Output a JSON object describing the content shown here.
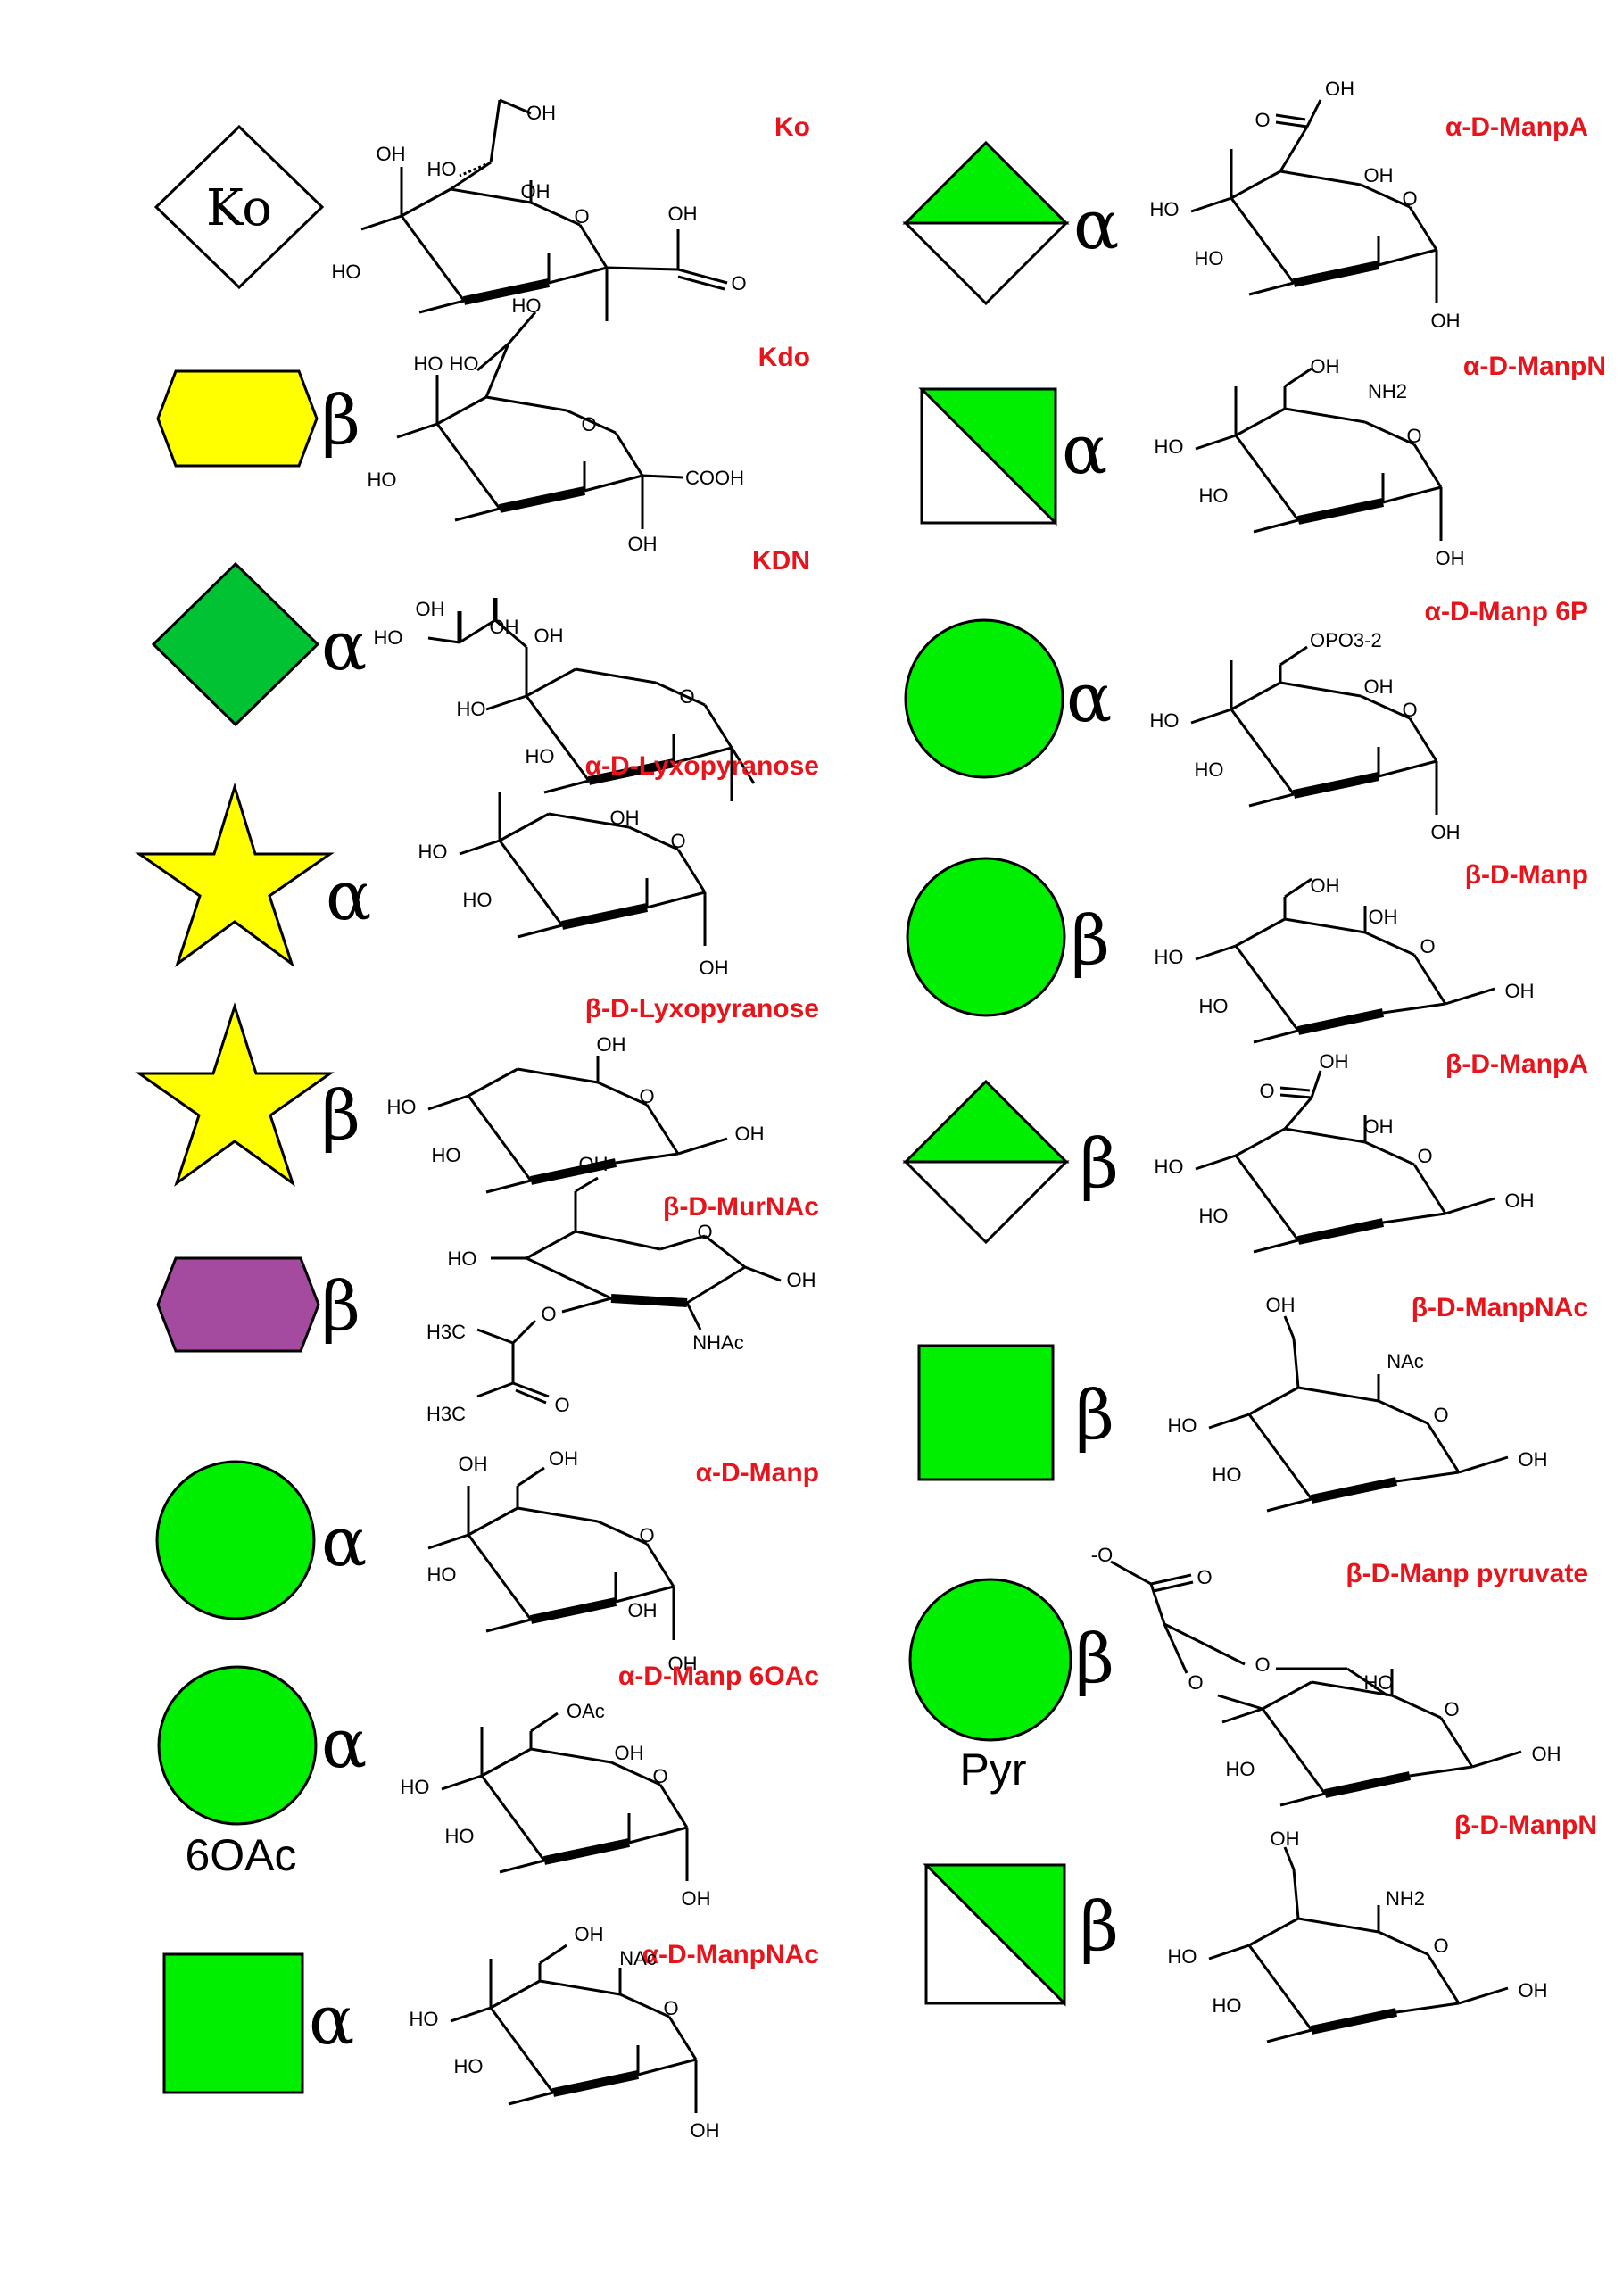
{
  "labels": {
    "oh": "OH",
    "ho": "HO",
    "o": "O",
    "o_minus": "-O",
    "cooh": "COOH",
    "nhac": "NHAc",
    "nac": "NAc",
    "nh2": "NH2",
    "oac": "OAc",
    "opo3": "OPO3-2",
    "h3c": "H3C"
  },
  "left": {
    "ko": {
      "symbol": "Ko",
      "name": "Ko",
      "shape": "diamond",
      "color": "#ffffff"
    },
    "kdo": {
      "name": "Kdo",
      "anomer": "β",
      "shape": "hexagon",
      "color": "#ffff00"
    },
    "kdn": {
      "name": "KDN",
      "anomer": "α",
      "shape": "diamond",
      "color": "#00c232"
    },
    "a_lyxo": {
      "name": "α-D-Lyxopyranose",
      "anomer": "α",
      "shape": "star",
      "color": "#ffff00"
    },
    "b_lyxo": {
      "name": "β-D-Lyxopyranose",
      "anomer": "β",
      "shape": "star",
      "color": "#ffff00"
    },
    "b_murnac": {
      "name": "β-D-MurNAc",
      "anomer": "β",
      "shape": "hexagon",
      "color": "#a44b9f"
    },
    "a_manp": {
      "name": "α-D-Manp",
      "anomer": "α",
      "shape": "circle",
      "color": "#00ee00"
    },
    "a_manp6oac": {
      "name": "α-D-Manp 6OAc",
      "anomer": "α",
      "sublabel": "6OAc",
      "shape": "circle",
      "color": "#00ee00"
    },
    "a_manpnac": {
      "name": "α-D-ManpNAc",
      "anomer": "α",
      "shape": "square",
      "color": "#00ee00"
    }
  },
  "right": {
    "a_manpa": {
      "name": "α-D-ManpA",
      "anomer": "α",
      "shape": "divided-diamond",
      "color": "#00ee00"
    },
    "a_manpn": {
      "name": "α-D-ManpN",
      "anomer": "α",
      "shape": "divided-square",
      "color": "#00ee00"
    },
    "a_manp6p": {
      "name": "α-D-Manp 6P",
      "anomer": "α",
      "shape": "circle",
      "color": "#00ee00"
    },
    "b_manp": {
      "name": "β-D-Manp",
      "anomer": "β",
      "shape": "circle",
      "color": "#00ee00"
    },
    "b_manpa": {
      "name": "β-D-ManpA",
      "anomer": "β",
      "shape": "divided-diamond",
      "color": "#00ee00"
    },
    "b_manpnac": {
      "name": "β-D-ManpNAc",
      "anomer": "β",
      "shape": "square",
      "color": "#00ee00"
    },
    "b_manppyr": {
      "name": "β-D-Manp pyruvate",
      "anomer": "β",
      "sublabel": "Pyr",
      "shape": "circle",
      "color": "#00ee00"
    },
    "b_manpn": {
      "name": "β-D-ManpN",
      "anomer": "β",
      "shape": "divided-square",
      "color": "#00ee00"
    }
  },
  "colors": {
    "name_text": "#e8141b",
    "green": "#00ee00",
    "dark_green": "#00c232",
    "yellow": "#ffff00",
    "purple": "#a44b9f"
  }
}
